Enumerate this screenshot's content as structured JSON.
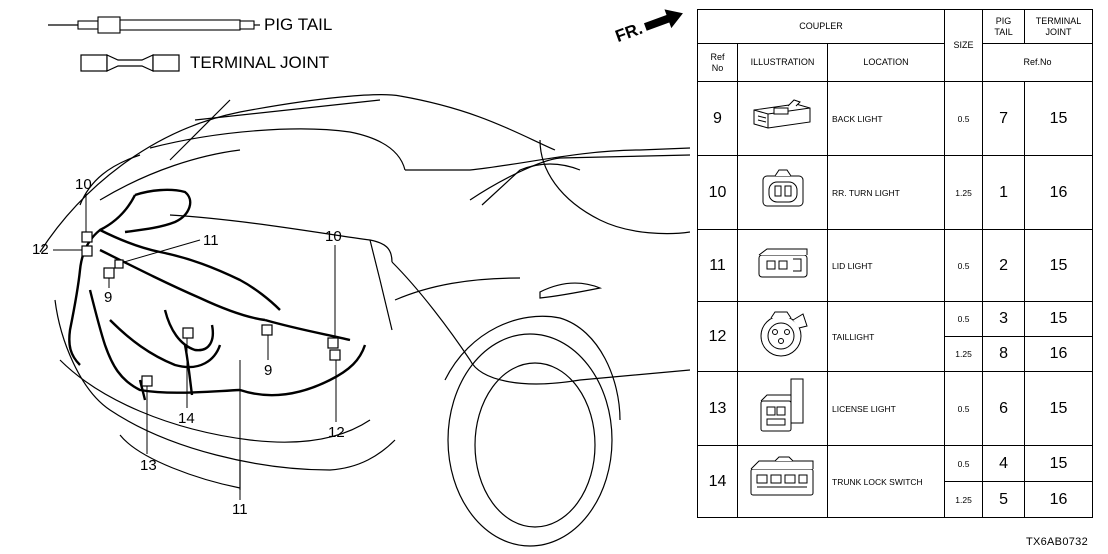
{
  "legend": {
    "pigtail_label": "PIG TAIL",
    "terminal_joint_label": "TERMINAL JOINT"
  },
  "front_indicator": "FR.",
  "callouts": {
    "c10_left": "10",
    "c12_left": "12",
    "c11_top": "11",
    "c9_left": "9",
    "c10_right": "10",
    "c9_mid": "9",
    "c14": "14",
    "c12_right": "12",
    "c13": "13",
    "c11_bottom": "11"
  },
  "table": {
    "header": {
      "coupler": "COUPLER",
      "size": "SIZE",
      "pig_tail": "PIG\nTAIL",
      "terminal_joint": "TERMINAL\nJOINT",
      "ref_no": "Ref\nNo",
      "illustration": "ILLUSTRATION",
      "location": "LOCATION",
      "ref_no_right": "Ref.No"
    },
    "rows": [
      {
        "ref": "9",
        "location": "BACK LIGHT",
        "entries": [
          {
            "size": "0.5",
            "pig_tail": "7",
            "terminal_joint": "15"
          }
        ]
      },
      {
        "ref": "10",
        "location": "RR. TURN LIGHT",
        "entries": [
          {
            "size": "1.25",
            "pig_tail": "1",
            "terminal_joint": "16"
          }
        ]
      },
      {
        "ref": "11",
        "location": "LID LIGHT",
        "entries": [
          {
            "size": "0.5",
            "pig_tail": "2",
            "terminal_joint": "15"
          }
        ]
      },
      {
        "ref": "12",
        "location": "TAILLIGHT",
        "entries": [
          {
            "size": "0.5",
            "pig_tail": "3",
            "terminal_joint": "15"
          },
          {
            "size": "1.25",
            "pig_tail": "8",
            "terminal_joint": "16"
          }
        ]
      },
      {
        "ref": "13",
        "location": "LICENSE LIGHT",
        "entries": [
          {
            "size": "0.5",
            "pig_tail": "6",
            "terminal_joint": "15"
          }
        ]
      },
      {
        "ref": "14",
        "location": "TRUNK LOCK SWITCH",
        "entries": [
          {
            "size": "0.5",
            "pig_tail": "4",
            "terminal_joint": "15"
          },
          {
            "size": "1.25",
            "pig_tail": "5",
            "terminal_joint": "16"
          }
        ]
      }
    ]
  },
  "doc_code": "TX6AB0732"
}
